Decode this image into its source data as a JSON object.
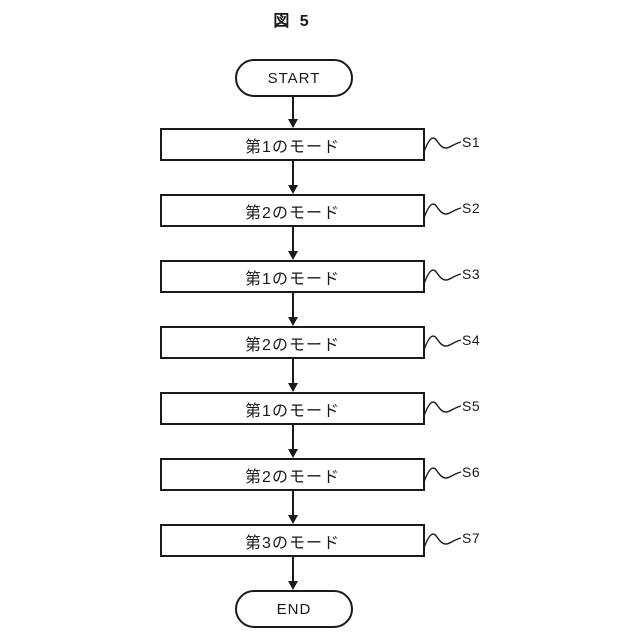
{
  "figure": {
    "title": "図 5"
  },
  "flowchart": {
    "start_label": "START",
    "end_label": "END",
    "steps": [
      {
        "label": "第1のモード",
        "step_id": "S1"
      },
      {
        "label": "第2のモード",
        "step_id": "S2"
      },
      {
        "label": "第1のモード",
        "step_id": "S3"
      },
      {
        "label": "第2のモード",
        "step_id": "S4"
      },
      {
        "label": "第1のモード",
        "step_id": "S5"
      },
      {
        "label": "第2のモード",
        "step_id": "S6"
      },
      {
        "label": "第3のモード",
        "step_id": "S7"
      }
    ],
    "colors": {
      "line": "#1a1a1a",
      "background": "#ffffff"
    }
  }
}
